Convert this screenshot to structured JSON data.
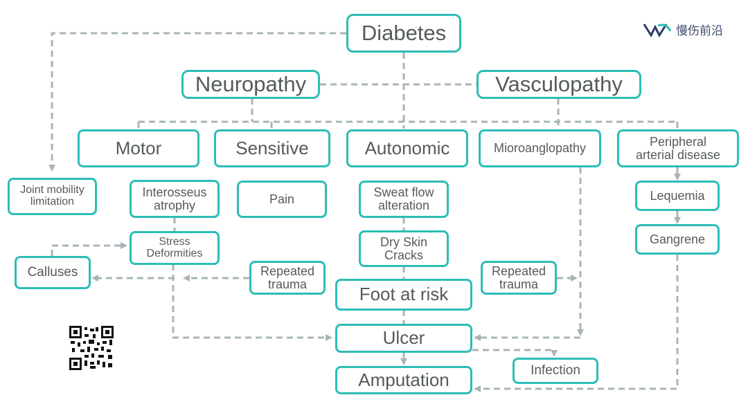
{
  "brand": {
    "name": "慢伤前沿"
  },
  "nodes": {
    "diabetes": "Diabetes",
    "neuropathy": "Neuropathy",
    "vasculopathy": "Vasculopathy",
    "motor": "Motor",
    "sensitive": "Sensitive",
    "autonomic": "Autonomic",
    "microangiopathy": "Mioroanglopathy",
    "peripheral": "Peripheral\narterial disease",
    "joint_mobility": "Joint mobility\nlimitation",
    "interosseus": "Interosseus\natrophy",
    "pain": "Pain",
    "sweat_flow": "Sweat flow\nalteration",
    "lequemia": "Lequemia",
    "stress_deformities": "Stress\nDeformities",
    "dry_skin": "Dry Skin\nCracks",
    "gangrene": "Gangrene",
    "calluses": "Calluses",
    "repeated_trauma_left": "Repeated\ntrauma",
    "repeated_trauma_right": "Repeated\ntrauma",
    "foot_at_risk": "Foot at risk",
    "ulcer": "Ulcer",
    "infection": "Infection",
    "amputation": "Amputation"
  },
  "colors": {
    "box_border": "#2bbdb6",
    "connector": "#a9b4b8",
    "text": "#555a5c"
  }
}
